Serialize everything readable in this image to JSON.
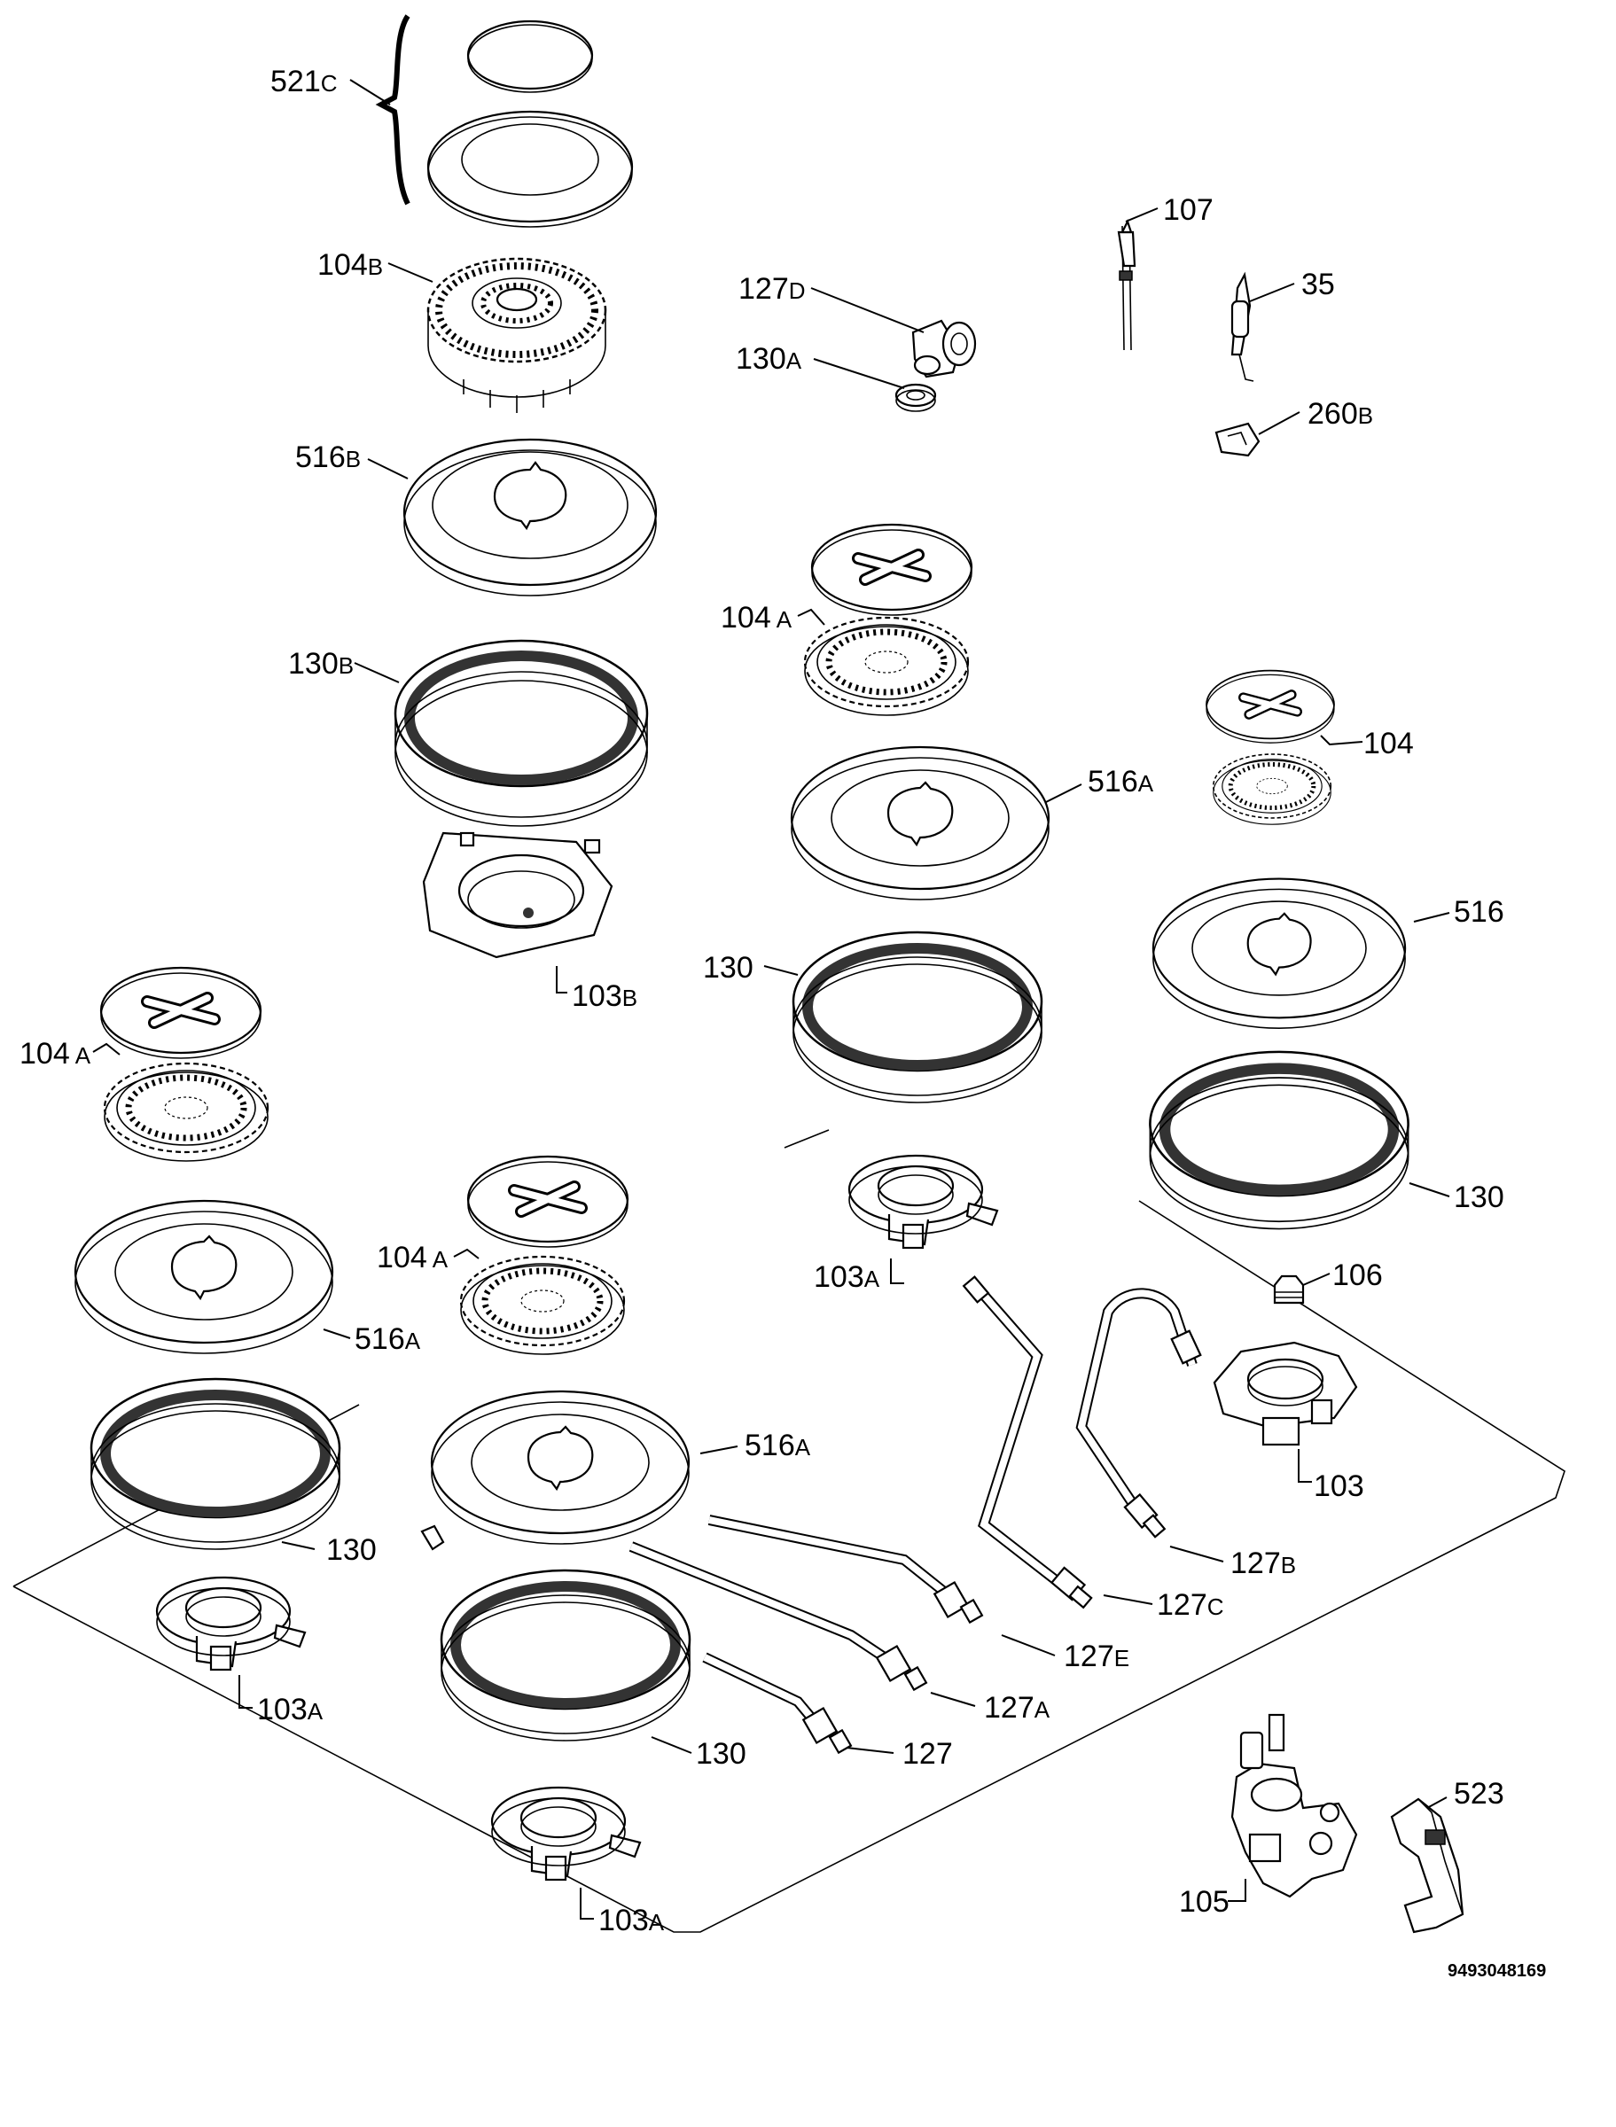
{
  "diagram_code": "9493048169",
  "labels": {
    "l521c": {
      "num": "521",
      "suf": "C"
    },
    "l104b": {
      "num": "104",
      "suf": "B"
    },
    "l516b": {
      "num": "516",
      "suf": "B"
    },
    "l130b": {
      "num": "130",
      "suf": "B"
    },
    "l103b": {
      "num": "103",
      "suf": "B"
    },
    "l127d": {
      "num": "127",
      "suf": "D"
    },
    "l130a": {
      "num": "130",
      "suf": "A"
    },
    "l107": {
      "num": "107",
      "suf": ""
    },
    "l35": {
      "num": "35",
      "suf": ""
    },
    "l260b": {
      "num": "260",
      "suf": "B"
    },
    "l104a_mid": {
      "num": "104",
      "suf": "A"
    },
    "l516a_mid": {
      "num": "516",
      "suf": "A"
    },
    "l130_mid": {
      "num": "130",
      "suf": ""
    },
    "l103a_mid": {
      "num": "103",
      "suf": "A"
    },
    "l104": {
      "num": "104",
      "suf": ""
    },
    "l516": {
      "num": "516",
      "suf": ""
    },
    "l130_right": {
      "num": "130",
      "suf": ""
    },
    "l106": {
      "num": "106",
      "suf": ""
    },
    "l103": {
      "num": "103",
      "suf": ""
    },
    "l127b": {
      "num": "127",
      "suf": "B"
    },
    "l127c": {
      "num": "127",
      "suf": "C"
    },
    "l127e": {
      "num": "127",
      "suf": "E"
    },
    "l127a": {
      "num": "127",
      "suf": "A"
    },
    "l127": {
      "num": "127",
      "suf": ""
    },
    "l104a_left": {
      "num": "104",
      "suf": "A"
    },
    "l516a_left": {
      "num": "516",
      "suf": "A"
    },
    "l130_left": {
      "num": "130",
      "suf": ""
    },
    "l103a_left": {
      "num": "103",
      "suf": "A"
    },
    "l104a_center": {
      "num": "104",
      "suf": "A"
    },
    "l516a_center": {
      "num": "516",
      "suf": "A"
    },
    "l130_center": {
      "num": "130",
      "suf": ""
    },
    "l103a_center": {
      "num": "103",
      "suf": "A"
    },
    "l105": {
      "num": "105",
      "suf": ""
    },
    "l523": {
      "num": "523",
      "suf": ""
    }
  }
}
